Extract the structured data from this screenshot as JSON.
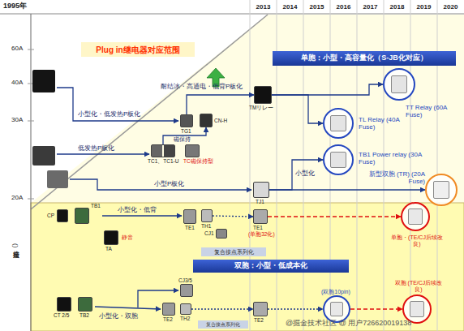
{
  "diagram": {
    "nodes": [
      {
        "text": [
          "Plug in继电器对应范围"
        ]
      },
      {
        "text": [
          "单胞：小型・高容量化（S-JB化对应）"
        ]
      },
      {
        "text": [
          "TT Relay (60A Fuse)"
        ]
      },
      {
        "text": [
          "TMリレー"
        ]
      },
      {
        "text": [
          "TL Relay (40A Fuse)"
        ]
      },
      {
        "text": [
          "TG1"
        ]
      },
      {
        "text": [
          "CN-H"
        ]
      },
      {
        "text": [
          "TC1、TC1-U"
        ]
      },
      {
        "text": [
          "TC磁保持型"
        ]
      },
      {
        "text": [
          "TB1 Power relay (30A Fuse)"
        ]
      },
      {
        "text": [
          "新型双胞 (TR) (20A Fuse)"
        ]
      },
      {
        "text": [
          "TJ1"
        ]
      },
      {
        "text": [
          "CP"
        ]
      },
      {
        "text": [
          "TB1"
        ]
      },
      {
        "text": [
          "TA",
          "静音"
        ]
      },
      {
        "text": [
          "TE1"
        ]
      },
      {
        "text": [
          "TH1"
        ]
      },
      {
        "text": [
          "CJ1"
        ]
      },
      {
        "text": [
          "TE1",
          "(单胞32化)"
        ]
      },
      {
        "text": [
          "单胞・(TE/CJ后续改良)"
        ]
      },
      {
        "text": [
          "复合接点系列化"
        ]
      },
      {
        "text": [
          "双胞：小型・低成本化"
        ]
      },
      {
        "text": [
          "CJ3/5"
        ]
      },
      {
        "text": [
          "CT 2/5"
        ]
      },
      {
        "text": [
          "TB2"
        ]
      },
      {
        "text": [
          "TE2"
        ]
      },
      {
        "text": [
          "TH2"
        ]
      },
      {
        "text": [
          "复合接点系列化"
        ]
      },
      {
        "text": [
          "TE2"
        ]
      },
      {
        "text": [
          "(双胞10pin)"
        ]
      },
      {
        "text": [
          "双胞 (TE/CJ后续改良)"
        ]
      }
    ],
    "edges": [
      {
        "from": 3,
        "to": 4,
        "arrow": "to"
      },
      {
        "from": 3,
        "to": 2,
        "arrow": "to"
      },
      {
        "from": 5,
        "to": 3,
        "label": "耐结冰・高通电・低背P板化",
        "arrow": "to"
      },
      {
        "from": 7,
        "to": 6,
        "label": "磁保持",
        "arrow": "to"
      },
      {
        "from": 11,
        "to": 9,
        "label": "小型化",
        "arrow": "to"
      },
      {
        "from": 11,
        "to": 10,
        "arrow": "to"
      },
      {
        "from": 16,
        "to": 18,
        "arrow": "to"
      },
      {
        "from": 18,
        "to": 19,
        "arrow": "to"
      },
      {
        "from": 26,
        "to": 28,
        "arrow": "to"
      },
      {
        "from": 28,
        "to": 29,
        "arrow": "to"
      },
      {
        "from": 29,
        "to": 30,
        "arrow": "to"
      }
    ],
    "labels": [
      "1995年",
      "2013",
      "2014",
      "2015",
      "2016",
      "2017",
      "2018",
      "2019",
      "2020",
      "60A",
      "40A",
      "30A",
      "20A",
      "(接点定格)",
      "小型化・低发热P板化",
      "低发热P板化",
      "小型P板化",
      "小型化・低背",
      "小型化・双胞",
      "@掘金技术社区 @ 用户726620019138"
    ]
  }
}
